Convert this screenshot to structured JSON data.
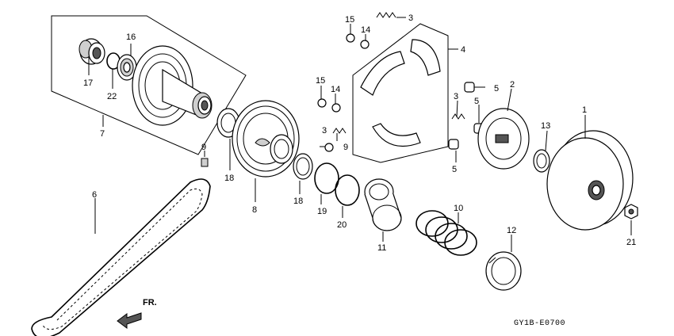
{
  "diagram": {
    "reference_code": "GY1B-E0700",
    "direction_label": "FR.",
    "callouts": [
      {
        "id": "c1",
        "text": "1"
      },
      {
        "id": "c2",
        "text": "2"
      },
      {
        "id": "c3a",
        "text": "3"
      },
      {
        "id": "c3b",
        "text": "3"
      },
      {
        "id": "c3c",
        "text": "3"
      },
      {
        "id": "c4",
        "text": "4"
      },
      {
        "id": "c5a",
        "text": "5"
      },
      {
        "id": "c5b",
        "text": "5"
      },
      {
        "id": "c5c",
        "text": "5"
      },
      {
        "id": "c6",
        "text": "6"
      },
      {
        "id": "c7",
        "text": "7"
      },
      {
        "id": "c8",
        "text": "8"
      },
      {
        "id": "c9a",
        "text": "9"
      },
      {
        "id": "c9b",
        "text": "9"
      },
      {
        "id": "c10",
        "text": "10"
      },
      {
        "id": "c11",
        "text": "11"
      },
      {
        "id": "c12",
        "text": "12"
      },
      {
        "id": "c13",
        "text": "13"
      },
      {
        "id": "c14a",
        "text": "14"
      },
      {
        "id": "c14b",
        "text": "14"
      },
      {
        "id": "c15a",
        "text": "15"
      },
      {
        "id": "c15b",
        "text": "15"
      },
      {
        "id": "c16",
        "text": "16"
      },
      {
        "id": "c17",
        "text": "17"
      },
      {
        "id": "c18a",
        "text": "18"
      },
      {
        "id": "c18b",
        "text": "18"
      },
      {
        "id": "c19",
        "text": "19"
      },
      {
        "id": "c20",
        "text": "20"
      },
      {
        "id": "c21",
        "text": "21"
      },
      {
        "id": "c22",
        "text": "22"
      }
    ]
  }
}
